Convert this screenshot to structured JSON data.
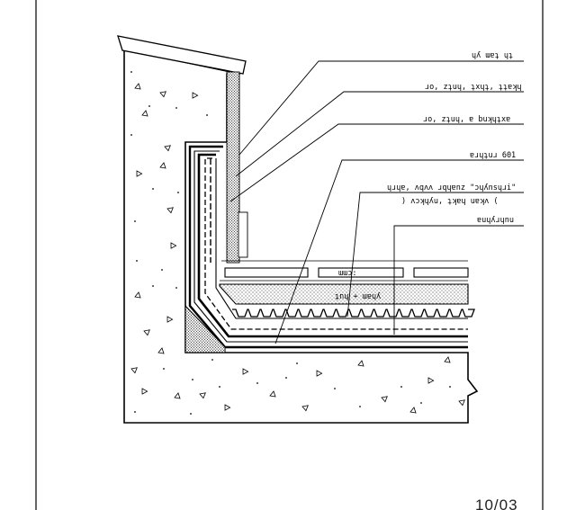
{
  "drawing": {
    "callouts": [
      "ɥʎ ɯɐʇ ɥʇ",
      "ɹo, zʇuɥ, ʇxɥʇ, ʇʇɐʞɥ",
      "ɹo, zʇuɥ, ɐ buʞɥʇxɐ",
      "ɐɹɥʇuɹ 601",
      "ɥɹɥɐ, ʌqʌʌ ɹqɥɐnz \"ɔɥʎnsɥɹi\"",
      ") ʌɔʞɥʎu, ʇʞɐɥ uɐʞʌ (",
      "ɐuɥʎɹɥnu"
    ],
    "inner_labels": {
      "tile": "ɯɯɔ:",
      "screed": "ʇnɥ + ɯɐɥʎ"
    },
    "sheet_number": "10/03"
  }
}
